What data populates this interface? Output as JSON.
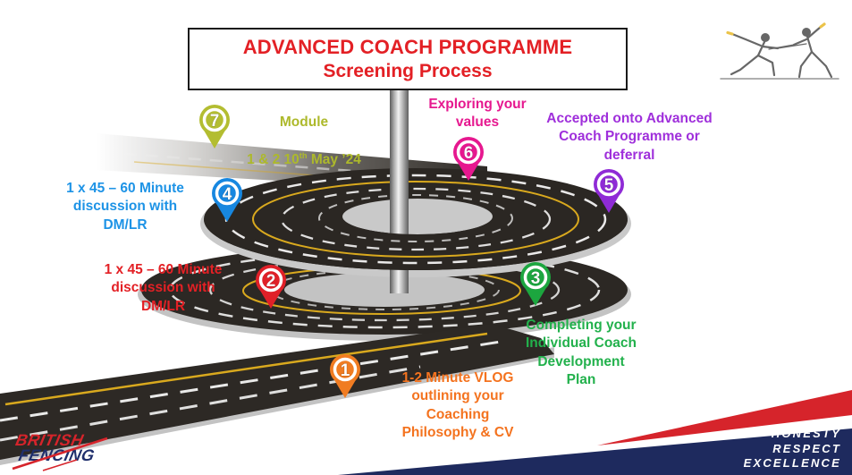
{
  "sign": {
    "line1": "ADVANCED COACH PROGRAMME",
    "line2": "Screening Process"
  },
  "milestones": [
    {
      "number": "1",
      "pin_color": "#F07C22",
      "text_color": "#F4731F",
      "label": "1-2 Minute VLOG\noutlining your\nCoaching\nPhilosophy & CV"
    },
    {
      "number": "2",
      "pin_color": "#E02028",
      "text_color": "#E32025",
      "label": "1 x 45 – 60 Minute\ndiscussion with\nDM/LR"
    },
    {
      "number": "3",
      "pin_color": "#1CA63F",
      "text_color": "#22B14C",
      "label": "Completing your\nIndividual Coach\nDevelopment\nPlan"
    },
    {
      "number": "4",
      "pin_color": "#1787E0",
      "text_color": "#1D93E6",
      "label": "1 x 45 – 60 Minute\ndiscussion with\nDM/LR"
    },
    {
      "number": "5",
      "pin_color": "#8F2BD6",
      "text_color": "#9F2FDB",
      "label": "Accepted onto Advanced\nCoach Programme or\ndeferral"
    },
    {
      "number": "6",
      "pin_color": "#E6188F",
      "text_color": "#E6188F",
      "label": "Exploring your\nvalues"
    },
    {
      "number": "7",
      "pin_color": "#B3BD31",
      "text_color": "#ADB92B",
      "label": "Module",
      "label_line2_pre": "1 & 2 10",
      "label_line2_sup": "th",
      "label_line2_post": " May ’24"
    }
  ],
  "footer": {
    "logo_line1": "BRITISH",
    "logo_line2": "FENCING",
    "values": {
      "line1": "HONESTY",
      "line2": "RESPECT",
      "line3": "EXCELLENCE"
    }
  },
  "colors": {
    "title_red": "#E32025",
    "banner_navy": "#1E2A5E",
    "banner_red": "#D6242B",
    "logo_red": "#D6242B",
    "logo_navy": "#1F2F6C",
    "road_dark": "#2B2723",
    "road_yellow": "#D9A91E"
  }
}
